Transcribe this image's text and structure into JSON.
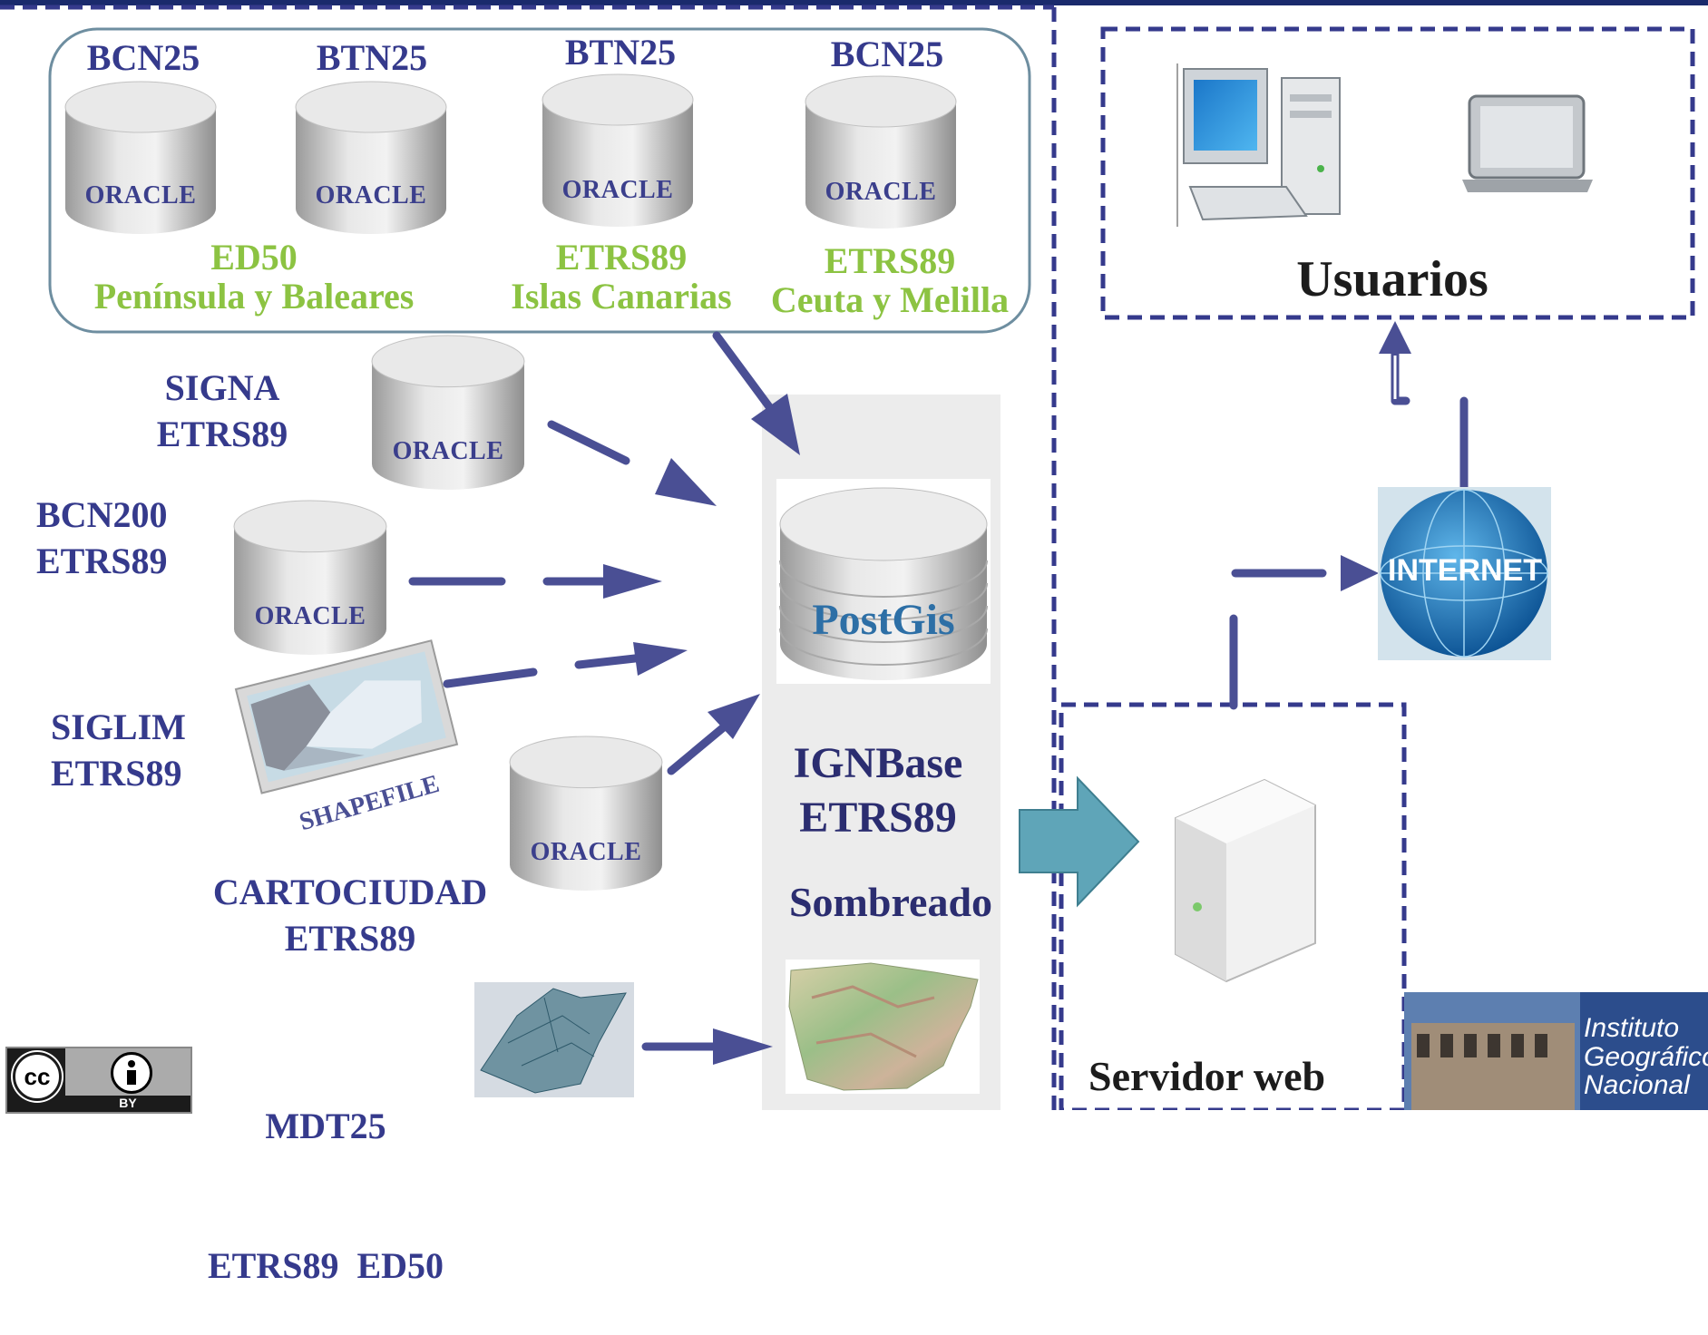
{
  "top_group": {
    "databases": [
      {
        "title": "BCN25",
        "badge": "ORACLE"
      },
      {
        "title": "BTN25",
        "badge": "ORACLE"
      },
      {
        "title": "BTN25",
        "badge": "ORACLE"
      },
      {
        "title": "BCN25",
        "badge": "ORACLE"
      }
    ],
    "regions": [
      {
        "datum": "ED50",
        "area": "Península y Baleares"
      },
      {
        "datum": "ETRS89",
        "area": "Islas Canarias"
      },
      {
        "datum": "ETRS89",
        "area": "Ceuta y Melilla"
      }
    ]
  },
  "sources": {
    "signa": {
      "name": "SIGNA",
      "datum": "ETRS89",
      "badge": "ORACLE"
    },
    "bcn200": {
      "name": "BCN200",
      "datum": "ETRS89",
      "badge": "ORACLE"
    },
    "siglim": {
      "name": "SIGLIM",
      "datum": "ETRS89",
      "badge": "SHAPEFILE"
    },
    "cartociudad": {
      "name": "CARTOCIUDAD",
      "datum": "ETRS89",
      "badge": "ORACLE"
    },
    "mdt25": {
      "name": "MDT25",
      "datum": "ETRS89  ED50"
    }
  },
  "central": {
    "db_label": "PostGis",
    "title": "IGNBase",
    "datum": "ETRS89",
    "shading": "Sombreado"
  },
  "users": {
    "label": "Usuarios"
  },
  "internet": {
    "label": "INTERNET"
  },
  "server": {
    "label": "Servidor web"
  },
  "logo": {
    "line1": "Instituto",
    "line2": "Geográfico",
    "line3": "Nacional"
  },
  "license": {
    "cc": "cc",
    "by": "BY"
  },
  "colors": {
    "navy": "#353a8c",
    "green": "#8cc342",
    "arrow": "#4a4f94",
    "teal": "#5fa5b8"
  }
}
